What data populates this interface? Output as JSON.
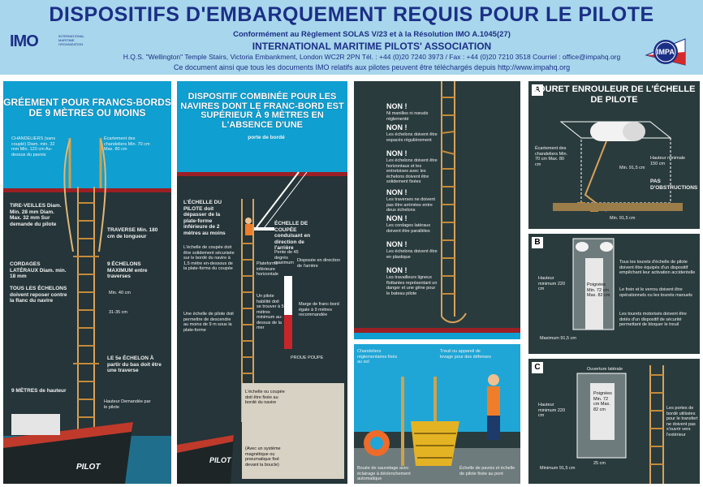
{
  "header": {
    "title": "DISPOSITIFS D'EMBARQUEMENT REQUIS POUR LE PILOTE",
    "logo_left": "IMO",
    "logo_left_sub": "INTERNATIONAL MARITIME ORGANIZATION",
    "logo_right": "IMPA",
    "line1": "Conformément au Règlement SOLAS V/23 et à la Résolution IMO A.1045(27)",
    "line2": "INTERNATIONAL MARITIME PILOTS' ASSOCIATION",
    "line3": "H.Q.S. \"Wellington\" Temple Stairs, Victoria Embankment, London WC2R 2PN  Tél. : +44 (0)20 7240 3973 / Fax : +44 (0)20 7210 3518  Courriel : office@impahq.org",
    "line4": "Ce document ainsi que tous les documents IMO relatifs aux pilotes peuvent être téléchargés depuis http://www.impahq.org"
  },
  "panel1": {
    "title": "GRÉEMENT POUR FRANCS-BORDS DE 9 MÈTRES OU MOINS",
    "notes": [
      "CHANDELIERS (sans couplé) Diam. min. 32 mm Min. 120 cm Au-dessus du pavois",
      "Écartement des chandeliers Min. 70 cm Max. 80 cm",
      "TIRE-VEILLES Diam. Min. 28 mm Diam. Max. 32 mm Sur demande du pilote",
      "TRAVERSE Min. 180 cm de longueur",
      "CORDAGES LATÉRAUX Diam. min. 18 mm",
      "9 ÉCHELONS MAXIMUM entre traverses",
      "TOUS LES ÉCHELONS doivent reposer contre la flanc du navire",
      "Min. 40 cm",
      "31-35 cm",
      "LE 5e ÉCHELON À partir du bas doit être une traverse",
      "9 MÈTRES de hauteur",
      "Hauteur Demandée par le pilote"
    ],
    "pilot_boat_label": "PILOT"
  },
  "panel2": {
    "title": "DISPOSITIF COMBINÉE POUR LES NAVIRES DONT LE FRANC-BORD EST SUPÉRIEUR À 9 MÈTRES EN L'ABSENCE D'UNE",
    "subtitle": "porte de bordé",
    "notes": [
      "L'ÉCHELLE DU PILOTE doit dépasser de la plate-forme inférieure de 2 mètres au moins",
      "ÉCHELLE DE COUPÉE conduisant en direction de l'arrière",
      "L'échelle de coupée doit être solidement sécurisée sur le bordé du navire à 1,5 mètre en-dessous de la plate-forme du coupée",
      "Pente de 45 degrés maximum",
      "Plateforme inférieure horizontale",
      "Disposée en direction de l'arrière",
      "Un pilote habilité doit se trouver à 5 mètres minimum au-dessus de la mer",
      "Une échelle de pilote doit permettre de descendre au moins de 9 m sous la plate-forme",
      "Marge de franc-bord égale à 9 mètres recommandée",
      "PROUE POUPE"
    ],
    "inset_notes": [
      "L'échelle ou coupée doit être fixée au bordé du navire",
      "(Avec un système magnétique ou pneumatique fixé devant la boucle)"
    ],
    "pilot_boat_label": "PILOT"
  },
  "panel3": {
    "items": [
      {
        "label": "NON !",
        "text": "Ni manilles ni nœuds réglementé"
      },
      {
        "label": "NON !",
        "text": "Les échelons doivent être espacés régulièrement"
      },
      {
        "label": "NON !",
        "text": "Les échelons doivent être horizontaux et les entretoises avec les échelons doivent être solidement fixées"
      },
      {
        "label": "NON !",
        "text": "Les traverses ne doivent pas être arrimées entre deux échelons"
      },
      {
        "label": "NON !",
        "text": "Les cordages latéraux doivent être parallèles"
      },
      {
        "label": "NON !",
        "text": "Les échelons doivent être en plastique"
      },
      {
        "label": "NON !",
        "text": "Les travailleurs ligneux flottantes représentant un danger et une gêne pour le bateau pilote"
      }
    ]
  },
  "panel4": {
    "notes": [
      "Chandeliers réglementaires fixés au sol",
      "Treuil ou appareil de levage pour des défenses",
      "Bouée de sauvetage avec éclairage à déclenchement automatique",
      "Échelle de pavois et échelle de pilote fixée au pont"
    ]
  },
  "panelA": {
    "tag": "A",
    "title": "TOURET ENROULEUR DE L'ÉCHELLE DE PILOTE",
    "notes": [
      "Écartement des chandeliers Min. 70 cm Max. 80 cm",
      "Hauteur minimale 150 cm",
      "Min. 91,5 cm",
      "PAS D'OBSTRUCTIONS",
      "Min. 91,5 cm"
    ]
  },
  "panelB": {
    "tag": "B",
    "notes": [
      "Hauteur minimum 220 cm",
      "Poignées Min. 72 cm Max. 82 cm",
      "Maximum 91,5 cm",
      "Tous les tourets d'échelle de pilote doivent être équipés d'un dispositif empêchant leur activation accidentelle",
      "Le frein et le verrou doivent être opérationnels ou les tourets manuels",
      "Les tourets motorisés doivent être dotés d'un dispositif de sécurité permettant de bloquer le treuil"
    ]
  },
  "panelC": {
    "tag": "C",
    "notes": [
      "Ouverture latérale",
      "Hauteur minimum 220 cm",
      "Poignées Min. 72 cm Max. 82 cm",
      "25 cm",
      "Minimum 91,5 cm",
      "Les portes de bordé utilisées pour le transfert ne doivent pas s'ouvrir vers l'extérieur"
    ]
  },
  "colors": {
    "header_bg": "#a8d6ec",
    "title_blue": "#1b2f86",
    "sky": "#0f9fd0",
    "hull": "#253539",
    "hull_stripe": "#9b1f24",
    "panel_dark": "#2a3b3d"
  }
}
